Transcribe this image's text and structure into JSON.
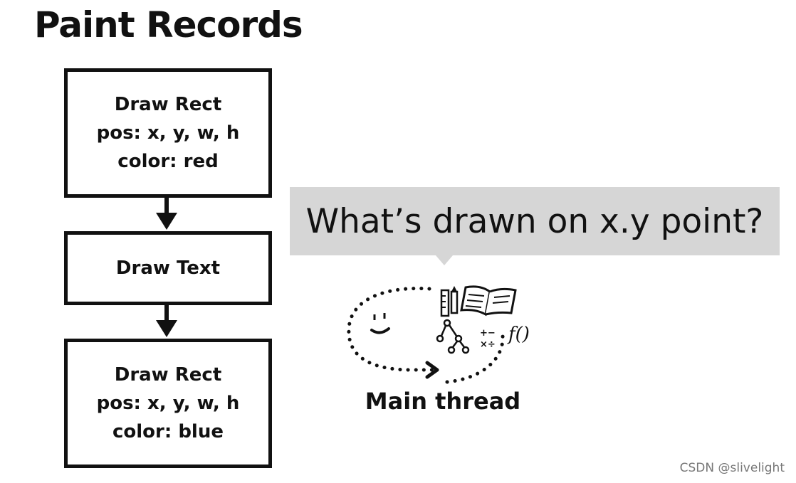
{
  "title": "Paint Records",
  "records": [
    {
      "lines": [
        "Draw Rect",
        "pos: x, y, w, h",
        "color: red"
      ]
    },
    {
      "lines": [
        "Draw Text"
      ]
    },
    {
      "lines": [
        "Draw Rect",
        "pos: x, y, w, h",
        "color: blue"
      ]
    }
  ],
  "bubble": {
    "text": "What’s drawn on x.y point?"
  },
  "main_thread": {
    "label": "Main thread",
    "icons": [
      "smiley-face-icon",
      "ruler-pencil-icon",
      "open-book-icon",
      "tree-diagram-icon",
      "math-operators-icon",
      "function-icon",
      "loop-arrow-icon"
    ],
    "symbols": {
      "plus_minus": "+−",
      "times_divide": "×÷",
      "function": "f()"
    }
  },
  "watermark": "CSDN @slivelight",
  "colors": {
    "ink": "#111111",
    "bubble": "#d6d6d6",
    "watermark": "#777777"
  }
}
